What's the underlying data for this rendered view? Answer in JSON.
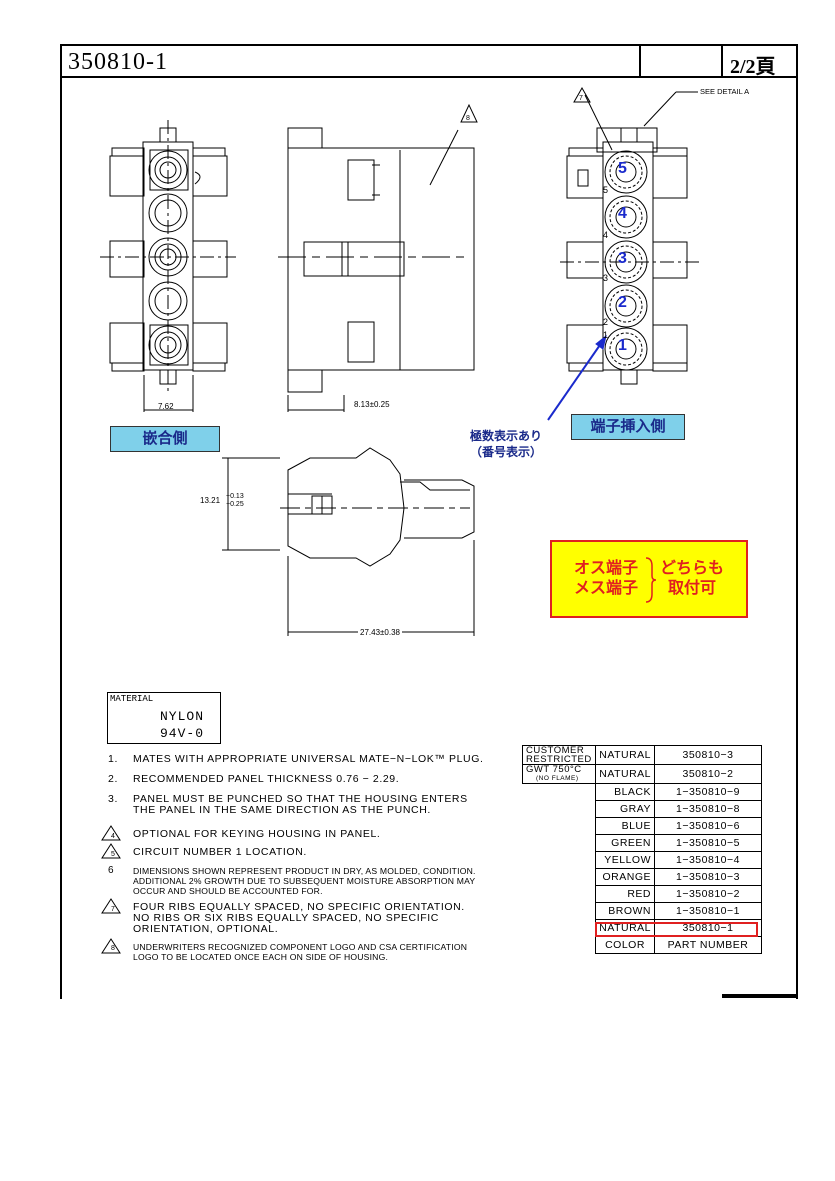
{
  "header": {
    "part_number": "350810-1",
    "page": "2/2頁"
  },
  "views": {
    "mating_side_label": "嵌合側",
    "terminal_side_label": "端子挿入側",
    "terminal_note_line1": "極数表示あり",
    "terminal_note_line2": "（番号表示）",
    "see_detail": "SEE DETAIL A",
    "position_numbers": [
      "5",
      "4",
      "3",
      "2",
      "1"
    ],
    "small_numbers": [
      "5",
      "4",
      "3",
      "2",
      "1"
    ],
    "callout_7": "7",
    "callout_8": "8"
  },
  "dimensions": {
    "width_762": "7.62",
    "depth_813": "8.13±0.25",
    "height_main": "13.21",
    "height_tol_plus": "+0.13",
    "height_tol_minus": "−0.25",
    "length": "27.43±0.38"
  },
  "terminal_box": {
    "line1": "オス端子",
    "line2": "メス端子",
    "right1": "どちらも",
    "right2": "取付可"
  },
  "material": {
    "label": "MATERIAL",
    "value1": "NYLON",
    "value2": "94V-0"
  },
  "notes": [
    {
      "num": "1.",
      "text": "MATES WITH APPROPRIATE UNIVERSAL MATE−N−LOK™ PLUG."
    },
    {
      "num": "2.",
      "text": "RECOMMENDED PANEL THICKNESS 0.76 − 2.29."
    },
    {
      "num": "3.",
      "text": "PANEL MUST BE PUNCHED SO THAT THE HOUSING ENTERS\nTHE PANEL IN THE SAME DIRECTION AS THE PUNCH."
    },
    {
      "num": "4",
      "text": "OPTIONAL FOR KEYING HOUSING IN PANEL."
    },
    {
      "num": "5",
      "text": "CIRCUIT NUMBER 1 LOCATION."
    },
    {
      "num": "6",
      "text": "DIMENSIONS SHOWN REPRESENT PRODUCT IN DRY, AS MOLDED, CONDITION.\nADDITIONAL 2% GROWTH DUE TO SUBSEQUENT MOISTURE ABSORPTION MAY\nOCCUR AND SHOULD BE ACCOUNTED FOR."
    },
    {
      "num": "7",
      "text": "FOUR RIBS EQUALLY SPACED, NO SPECIFIC ORIENTATION.\nNO RIBS OR SIX RIBS EQUALLY SPACED, NO SPECIFIC\nORIENTATION, OPTIONAL."
    },
    {
      "num": "8",
      "text": "UNDERWRITERS RECOGNIZED COMPONENT LOGO AND CSA CERTIFICATION\nLOGO TO BE LOCATED ONCE EACH ON SIDE OF HOUSING."
    }
  ],
  "table": {
    "cond1_line1": "CUSTOMER",
    "cond1_line2": "RESTRICTED",
    "cond2_line1": "GWT 750°C",
    "cond2_line2": "(NO FLAME)",
    "rows": [
      {
        "color": "NATURAL",
        "part": "350810−3"
      },
      {
        "color": "NATURAL",
        "part": "350810−2"
      },
      {
        "color": "BLACK",
        "part": "1−350810−9"
      },
      {
        "color": "GRAY",
        "part": "1−350810−8"
      },
      {
        "color": "BLUE",
        "part": "1−350810−6"
      },
      {
        "color": "GREEN",
        "part": "1−350810−5"
      },
      {
        "color": "YELLOW",
        "part": "1−350810−4"
      },
      {
        "color": "ORANGE",
        "part": "1−350810−3"
      },
      {
        "color": "RED",
        "part": "1−350810−2"
      },
      {
        "color": "BROWN",
        "part": "1−350810−1"
      },
      {
        "color": "NATURAL",
        "part": "350810−1"
      }
    ],
    "header_color": "COLOR",
    "header_part": "PART NUMBER"
  },
  "colors": {
    "label_bg": "#7fd0ea",
    "label_text": "#1a2a8a",
    "highlight": "#e02020",
    "note_box": "#ffff00"
  }
}
